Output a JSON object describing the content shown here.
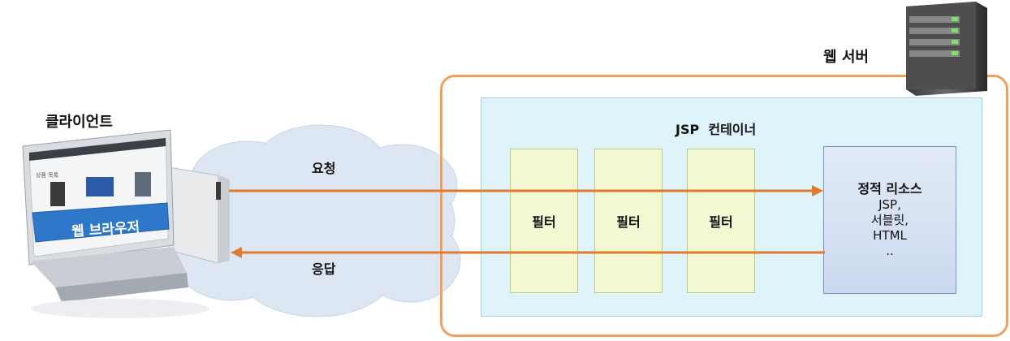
{
  "client": {
    "title": "클라이언트",
    "screen_title": "상품 목록",
    "browser_label": "웹 브라우저"
  },
  "cloud": {
    "request_label": "요청",
    "response_label": "응답"
  },
  "server": {
    "title": "웹 서버",
    "container_title": "JSP  컨테이너",
    "filters": [
      "필터",
      "필터",
      "필터"
    ],
    "resources": {
      "title": "정적 리소스",
      "items": [
        "JSP,",
        "서블릿,",
        "HTML",
        ".."
      ]
    }
  },
  "colors": {
    "arrow": "#e07a2e",
    "frame": "#f0a05a",
    "container_fill": "#def3fa",
    "filter_fill": "#f4f8d2",
    "cloud": "#dde7f3"
  }
}
